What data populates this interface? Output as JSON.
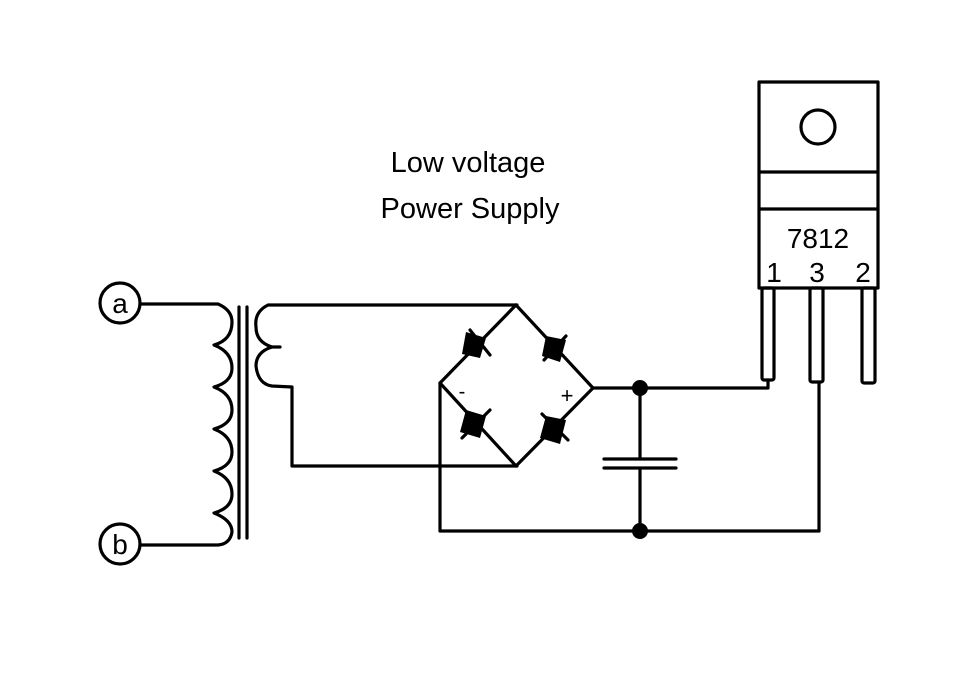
{
  "diagram": {
    "title_line1": "Low voltage",
    "title_line2": "Power Supply",
    "terminals": {
      "a": "a",
      "b": "b"
    },
    "bridge": {
      "minus_label": "-",
      "plus_label": "+"
    },
    "regulator": {
      "part_number": "7812",
      "pins": [
        "1",
        "3",
        "2"
      ]
    },
    "colors": {
      "ink": "#000000",
      "paper": "#ffffff"
    }
  }
}
